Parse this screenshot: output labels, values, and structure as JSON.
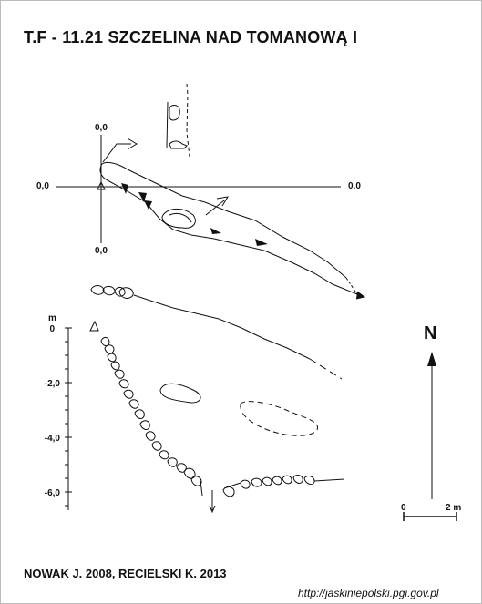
{
  "title": "T.F - 11.21  SZCZELINA NAD TOMANOWĄ I",
  "footer": {
    "authors": "NOWAK J. 2008, RECIELSKI K. 2013",
    "url": "http://jaskiniepolski.pgi.gov.pl"
  },
  "plan_view": {
    "labels": {
      "top": "0,0",
      "bottom": "0,0",
      "left": "0,0",
      "right": "0,0"
    }
  },
  "section_view": {
    "unit": "m",
    "depth_labels": [
      "0",
      "-2,0",
      "-4,0",
      "-6,0"
    ]
  },
  "north_arrow": {
    "label": "N"
  },
  "scale_bar": {
    "start": "0",
    "end": "2 m"
  },
  "colors": {
    "ink": "#111111",
    "background": "#ffffff"
  }
}
